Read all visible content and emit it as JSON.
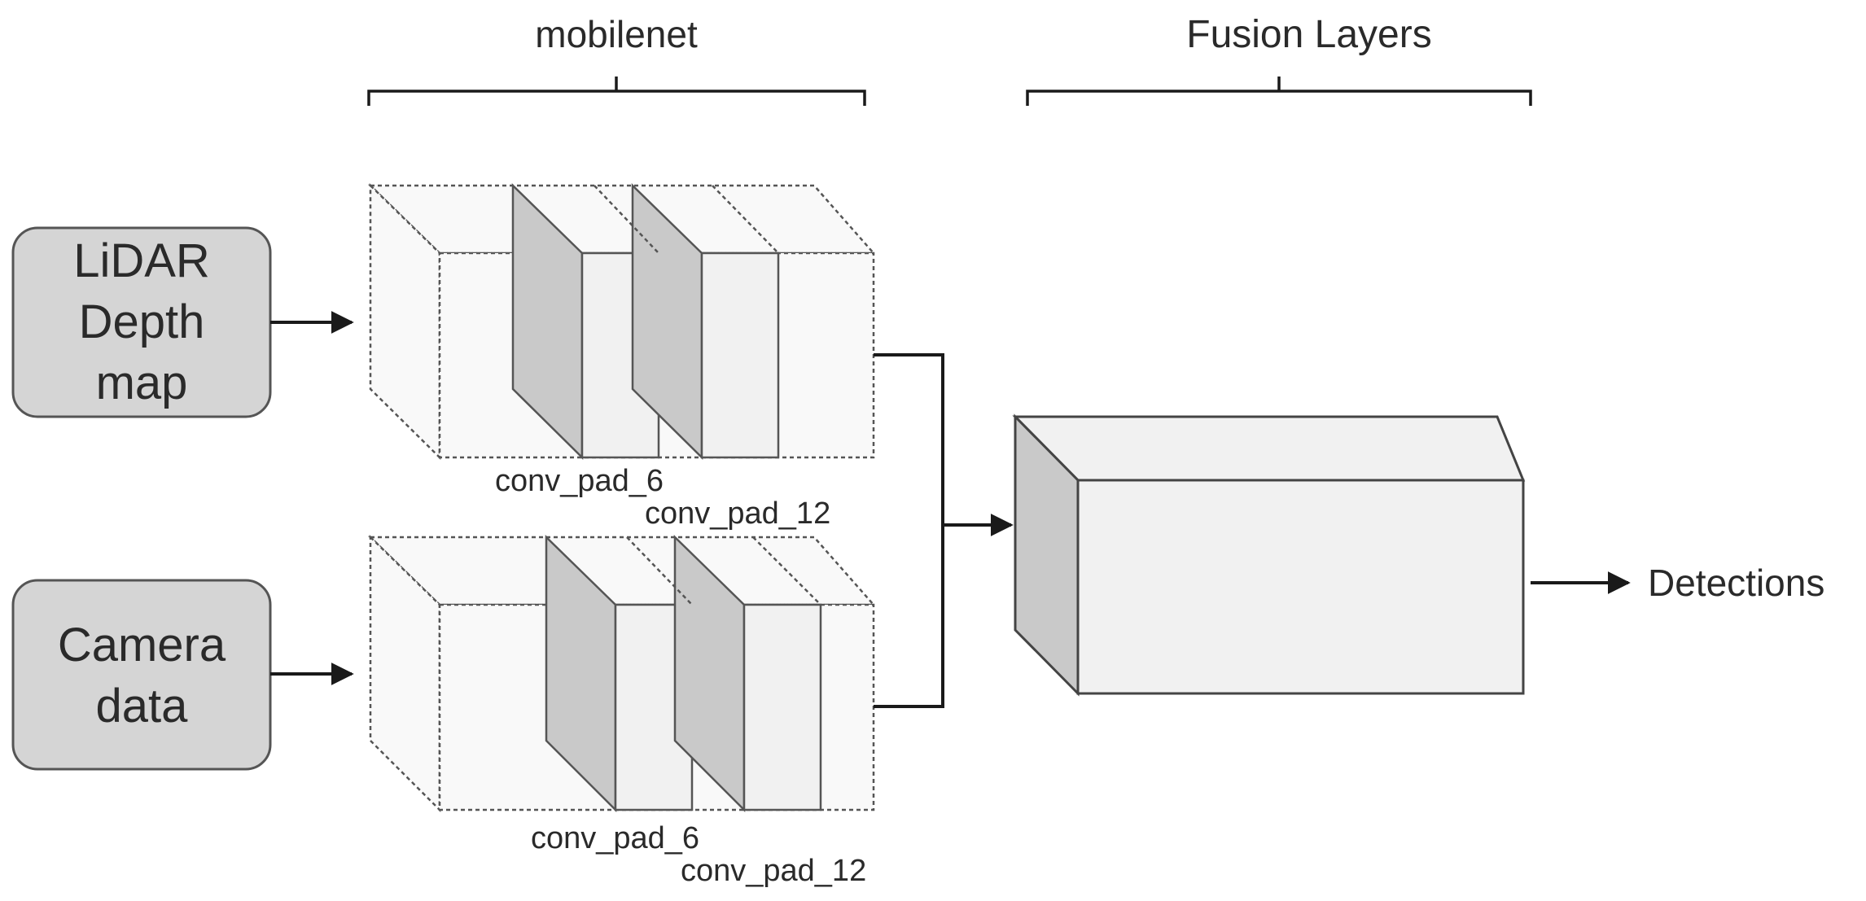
{
  "diagram": {
    "inputs": [
      {
        "id": "lidar",
        "lines": [
          "LiDAR",
          "Depth",
          "map"
        ]
      },
      {
        "id": "camera",
        "lines": [
          "Camera",
          "data"
        ]
      }
    ],
    "groups": {
      "mobilenet": "mobilenet",
      "fusion": "Fusion Layers"
    },
    "branch_top": {
      "layer_label_1": "conv_pad_6",
      "layer_label_2": "conv_pad_12"
    },
    "branch_bottom": {
      "layer_label_1": "conv_pad_6",
      "layer_label_2": "conv_pad_12"
    },
    "output": "Detections"
  },
  "colors": {
    "input_fill": "#d5d5d5",
    "block_fill": "#f9f9f9",
    "face_light": "#f1f1f1",
    "face_dark": "#c9c9c9",
    "stroke": "#3a3a3a"
  }
}
